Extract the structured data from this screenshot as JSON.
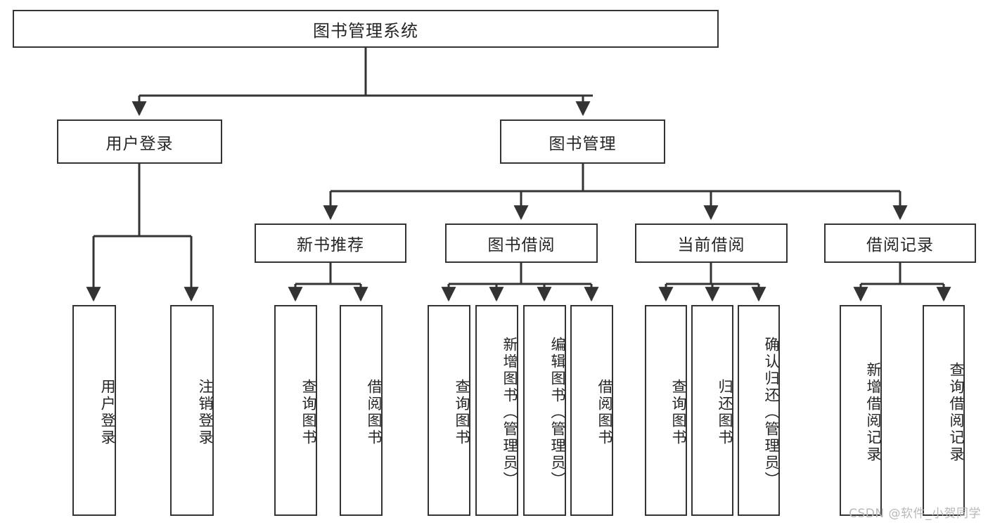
{
  "diagram": {
    "title": "图书管理系统",
    "type": "tree-hierarchy",
    "colors": {
      "line": "#333333",
      "box_border": "#333333",
      "box_fill": "#ffffff",
      "text": "#262626",
      "watermark": "#b8b8b8"
    },
    "root": {
      "label": "图书管理系统"
    },
    "level1": [
      {
        "label": "用户登录"
      },
      {
        "label": "图书管理"
      }
    ],
    "level2": [
      {
        "label": "新书推荐"
      },
      {
        "label": "图书借阅"
      },
      {
        "label": "当前借阅"
      },
      {
        "label": "借阅记录"
      }
    ],
    "leaves": {
      "user_login": [
        {
          "label": "用户登录"
        },
        {
          "label": "注销登录"
        }
      ],
      "new_book_recommend": [
        {
          "label": "查询图书"
        },
        {
          "label": "借阅图书"
        }
      ],
      "book_borrow": [
        {
          "label": "查询图书"
        },
        {
          "label": "新增图书（管理员）"
        },
        {
          "label": "编辑图书（管理员）"
        },
        {
          "label": "借阅图书"
        }
      ],
      "current_borrow": [
        {
          "label": "查询图书"
        },
        {
          "label": "归还图书"
        },
        {
          "label": "确认归还（管理员）"
        }
      ],
      "borrow_record": [
        {
          "label": "新增借阅记录"
        },
        {
          "label": "查询借阅记录"
        }
      ]
    }
  },
  "watermark": {
    "text": "CSDN @软件_小贺同学"
  }
}
